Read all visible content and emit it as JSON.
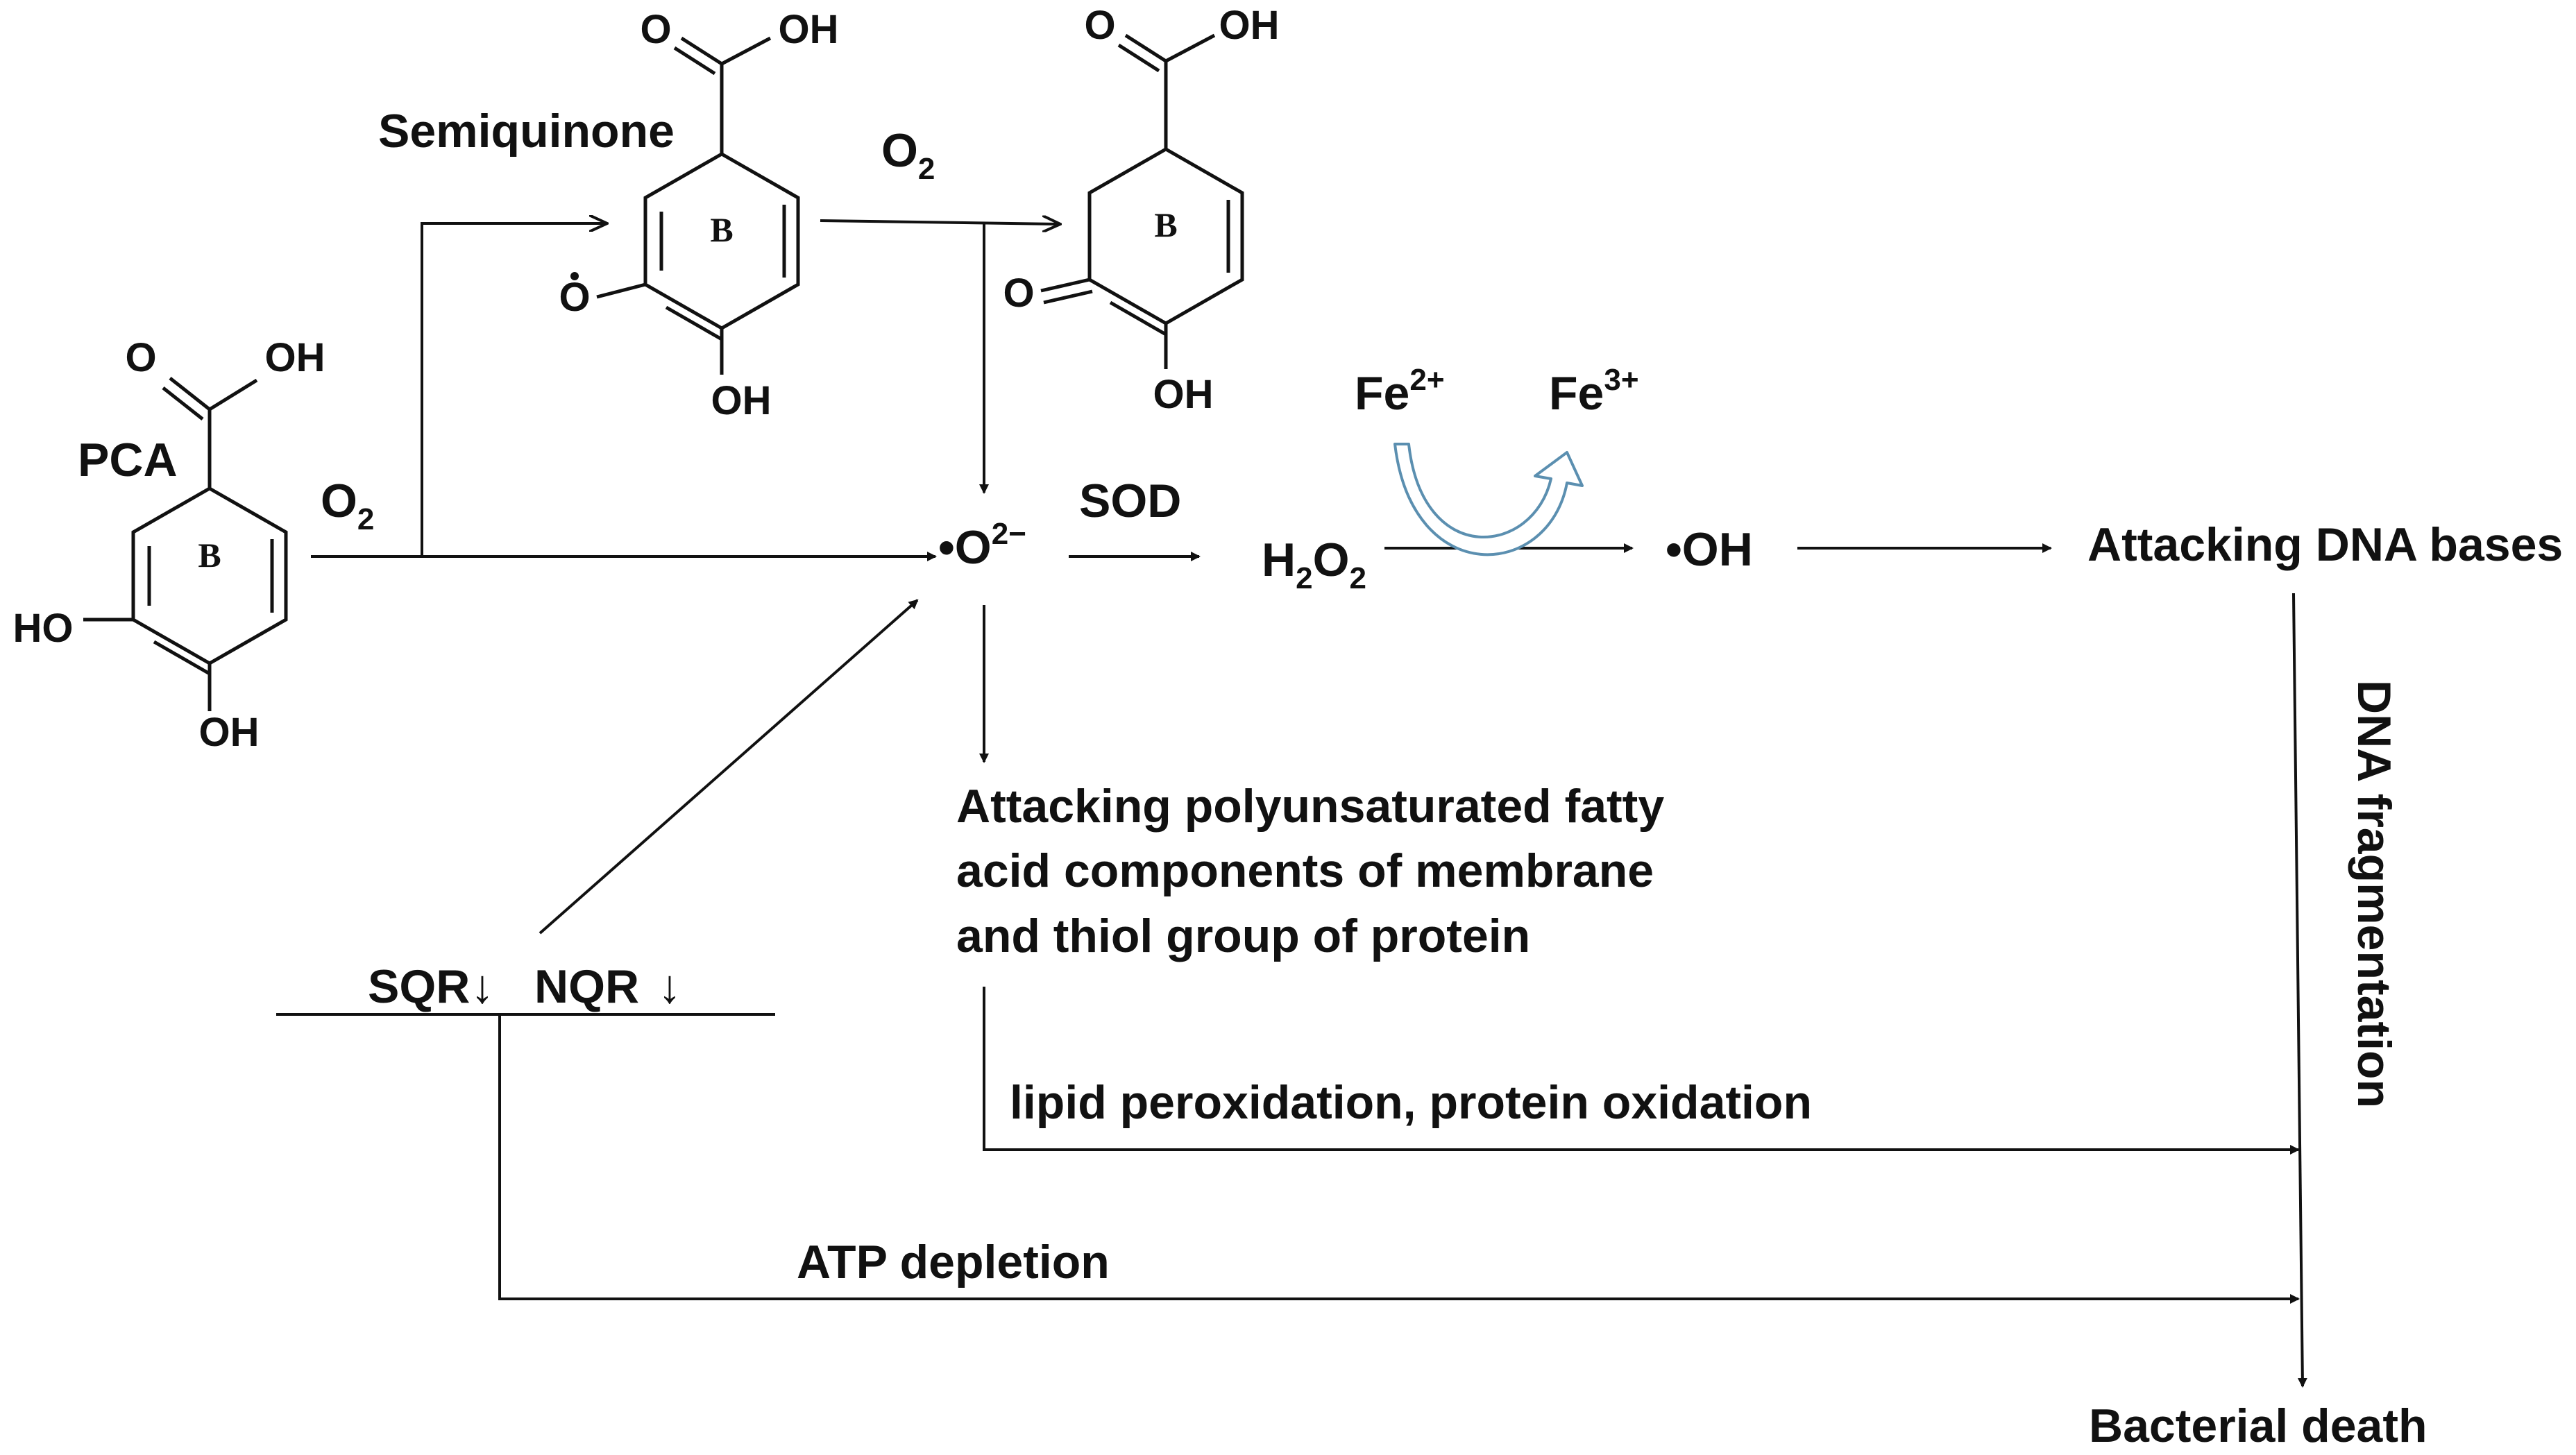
{
  "labels": {
    "pca": "PCA",
    "semiquinone": "Semiquinone",
    "o2_left": "O",
    "o2_left_sub": "2",
    "o2_top": "O",
    "o2_top_sub": "2",
    "superoxide": "•O",
    "superoxide_sup": "2−",
    "sod": "SOD",
    "h2o2_h": "H",
    "h2o2_sub1": "2",
    "h2o2_o": "O",
    "h2o2_sub2": "2",
    "fe2": "Fe",
    "fe2_sup": "2+",
    "fe3": "Fe",
    "fe3_sup": "3+",
    "hydroxyl": "•OH",
    "attacking_dna": "Attacking DNA bases",
    "dna_fragmentation": "DNA fragmentation",
    "attacking_pufa_1": "Attacking polyunsaturated fatty",
    "attacking_pufa_2": "acid components of membrane",
    "attacking_pufa_3": "and thiol group of protein",
    "lipid_peroxidation": "lipid peroxidation, protein oxidation",
    "sqr": "SQR",
    "nqr": "NQR",
    "atp_depletion": "ATP depletion",
    "bacterial_death": "Bacterial death"
  },
  "molecules": {
    "pca": {
      "ring": "B",
      "o": "O",
      "oh_acid": "OH",
      "ho": "HO",
      "oh_para": "OH"
    },
    "semiquinone": {
      "ring": "B",
      "o": "O",
      "oh_acid": "OH",
      "o_radical": "O",
      "oh_para": "OH"
    },
    "quinone": {
      "ring": "B",
      "o": "O",
      "oh_acid": "OH",
      "o_keto": "O",
      "oh_para": "OH"
    }
  },
  "arrow_down_glyph": "↓",
  "colors": {
    "ink": "#111111",
    "fe_arrow": "#5b8fb0"
  }
}
